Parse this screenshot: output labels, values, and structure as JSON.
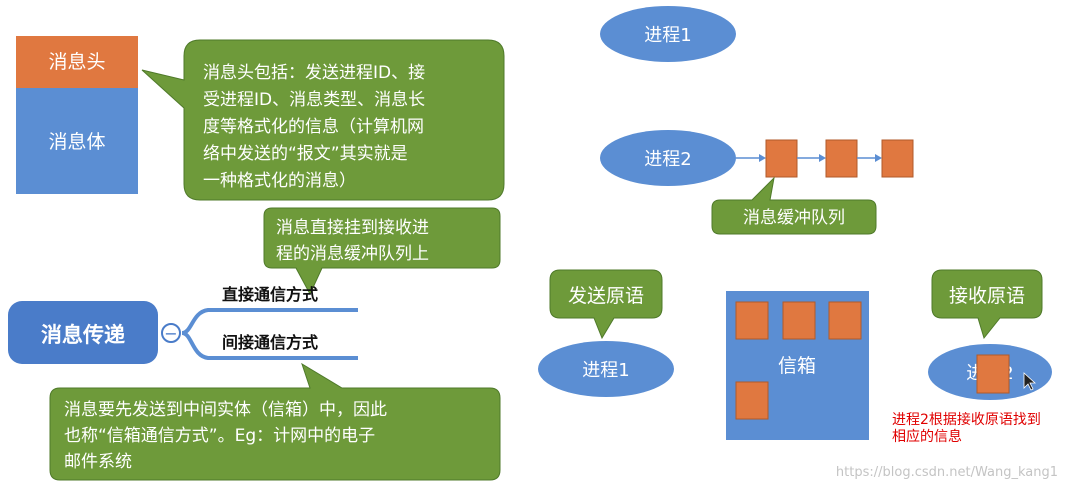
{
  "message": {
    "header_label": "消息头",
    "body_label": "消息体"
  },
  "callouts": {
    "header_desc": [
      "消息头包括：发送进程ID、接",
      "受进程ID、消息类型、消息长",
      "度等格式化的信息（计算机网",
      "络中发送的“报文”其实就是",
      "一种格式化的消息）"
    ],
    "direct_desc": [
      "消息直接挂到接收进",
      "程的消息缓冲队列上"
    ],
    "indirect_desc": [
      "消息要先发送到中间实体（信箱）中，因此",
      "也称“信箱通信方式”。Eg：计网中的电子",
      "邮件系统"
    ],
    "send_primitive": "发送原语",
    "recv_primitive": "接收原语",
    "buffer_queue": "消息缓冲队列"
  },
  "mindmap": {
    "root": "消息传递",
    "collapse_symbol": "−",
    "branch_direct": "直接通信方式",
    "branch_indirect": "间接通信方式"
  },
  "processes": {
    "p1_top": "进程1",
    "p2_queue": "进程2",
    "p1_bottom": "进程1",
    "p2_bottom": "进程2"
  },
  "mailbox": {
    "label": "信箱"
  },
  "annotation": [
    "进程2根据接收原语找到",
    "相应的信息"
  ],
  "watermark": "https://blog.csdn.net/Wang_kang1",
  "colors": {
    "orange": "#E07840",
    "blue": "#5B8ED3",
    "green": "#6E9A3A",
    "green_dark": "#4F7A2A",
    "mind_blue": "#4A7CC9",
    "red_text": "#E00000"
  }
}
